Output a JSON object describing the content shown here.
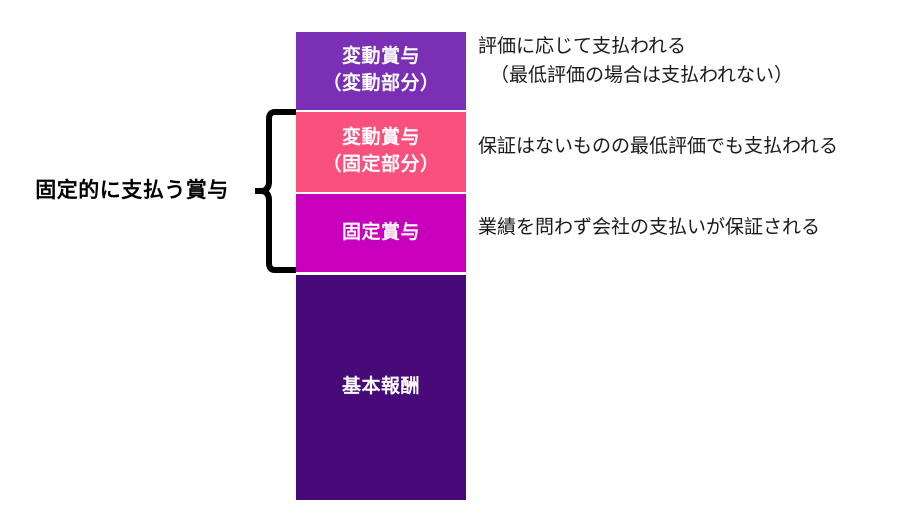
{
  "diagram": {
    "group_label": "固定的に支払う賞与",
    "bars": [
      {
        "id": "variable-variable",
        "line1": "変動賞与",
        "line2": "（変動部分）",
        "color": "#7b2fb5",
        "note_line1": "評価に応じて支払われる",
        "note_line2": "（最低評価の場合は支払われない）"
      },
      {
        "id": "variable-fixed",
        "line1": "変動賞与",
        "line2": "（固定部分）",
        "color": "#f9507e",
        "note_line1": "保証はないものの最低評価でも支払われる",
        "note_line2": ""
      },
      {
        "id": "fixed-bonus",
        "line1": "固定賞与",
        "line2": "",
        "color": "#c800be",
        "note_line1": "業績を問わず会社の支払いが保証される",
        "note_line2": ""
      },
      {
        "id": "base-pay",
        "line1": "基本報酬",
        "line2": "",
        "color": "#470a78",
        "note_line1": "",
        "note_line2": ""
      }
    ],
    "brace_color": "#000000",
    "text_color": "#1a1a1a"
  }
}
